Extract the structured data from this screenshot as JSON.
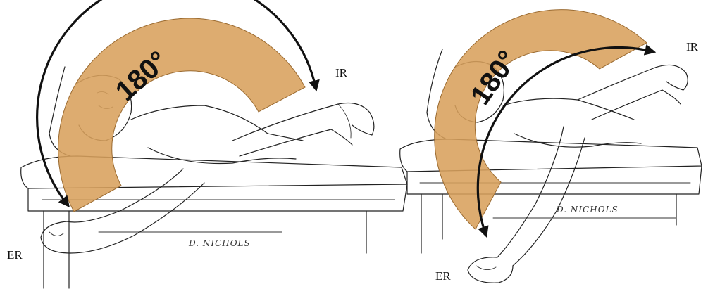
{
  "colors": {
    "arc_fill": "#D8A15C",
    "arc_stroke": "#9a6a30",
    "arrow": "#111111",
    "ink": "#222222"
  },
  "panels": [
    {
      "angle_label": "180°",
      "ir_label": "IR",
      "er_label": "ER",
      "signature": "D. NICHOLS"
    },
    {
      "angle_label": "180°",
      "ir_label": "IR",
      "er_label": "ER",
      "signature": "D. NICHOLS"
    }
  ]
}
